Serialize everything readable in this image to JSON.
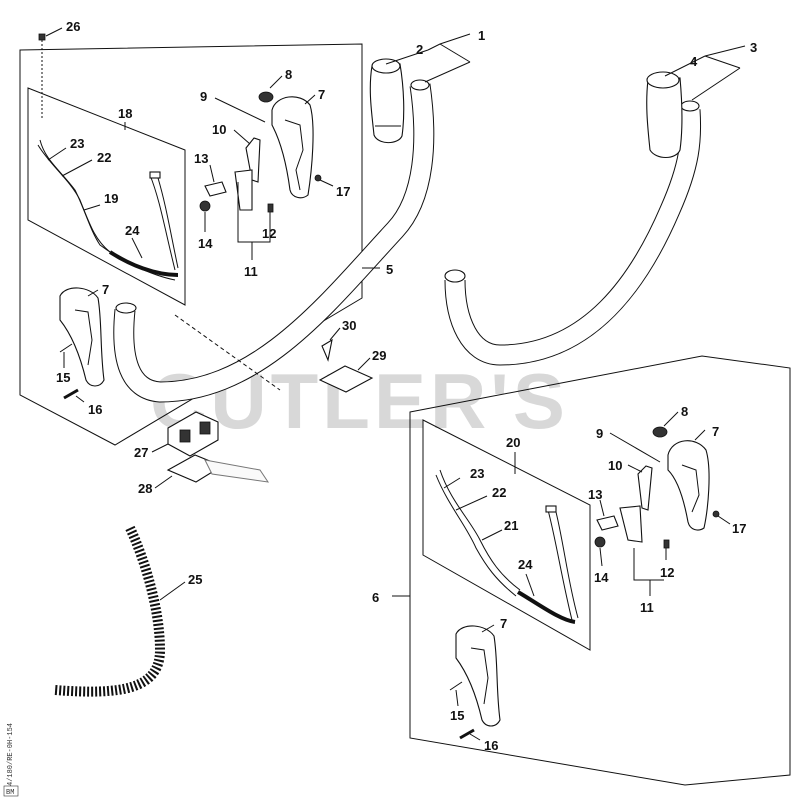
{
  "watermark": "CUTLER'S",
  "side_code": "4/180/RE-0H-154",
  "corner_mark": "BM",
  "labels": {
    "l1": "1",
    "l2": "2",
    "l3": "3",
    "l4": "4",
    "l5": "5",
    "l6": "6",
    "l7a": "7",
    "l7b": "7",
    "l7c": "7",
    "l7d": "7",
    "l8a": "8",
    "l8b": "8",
    "l9a": "9",
    "l9b": "9",
    "l10a": "10",
    "l10b": "10",
    "l11a": "11",
    "l11b": "11",
    "l12a": "12",
    "l12b": "12",
    "l13a": "13",
    "l13b": "13",
    "l14a": "14",
    "l14b": "14",
    "l15a": "15",
    "l15b": "15",
    "l16a": "16",
    "l16b": "16",
    "l17a": "17",
    "l17b": "17",
    "l18": "18",
    "l19": "19",
    "l20": "20",
    "l21": "21",
    "l22a": "22",
    "l22b": "22",
    "l23a": "23",
    "l23b": "23",
    "l24a": "24",
    "l24b": "24",
    "l25": "25",
    "l26": "26",
    "l27": "27",
    "l28": "28",
    "l29": "29",
    "l30": "30"
  }
}
